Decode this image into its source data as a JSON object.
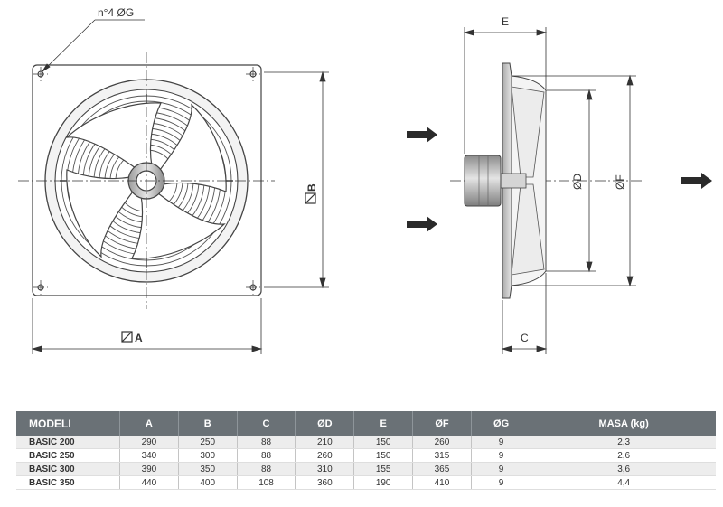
{
  "drawing": {
    "hole_label": "n°4 ØG",
    "dim_a": "A",
    "dim_b": "B",
    "dim_c": "C",
    "dim_d": "ØD",
    "dim_e": "E",
    "dim_f": "ØF"
  },
  "table": {
    "headers": [
      "MODELI",
      "A",
      "B",
      "C",
      "ØD",
      "E",
      "ØF",
      "ØG",
      "MASA (kg)"
    ],
    "rows": [
      [
        "BASIC 200",
        "290",
        "250",
        "88",
        "210",
        "150",
        "260",
        "9",
        "2,3"
      ],
      [
        "BASIC 250",
        "340",
        "300",
        "88",
        "260",
        "150",
        "315",
        "9",
        "2,6"
      ],
      [
        "BASIC 300",
        "390",
        "350",
        "88",
        "310",
        "155",
        "365",
        "9",
        "3,6"
      ],
      [
        "BASIC 350",
        "440",
        "400",
        "108",
        "360",
        "190",
        "410",
        "9",
        "4,4"
      ]
    ]
  }
}
